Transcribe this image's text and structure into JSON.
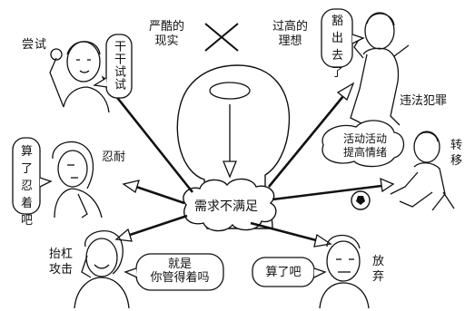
{
  "center": {
    "label": "需求不满足"
  },
  "top": {
    "left_label": "严酷的\n现实",
    "x_mark": "✕",
    "right_label": "过高的\n理想"
  },
  "reactions": {
    "try": {
      "label": "尝试",
      "bubble": "干干试试"
    },
    "endure": {
      "label": "忍耐",
      "bubble": "算了忍着吧"
    },
    "argue": {
      "label": "抬杠攻击",
      "bubble": "就是\n你管得着吗"
    },
    "give_up": {
      "label": "放弃",
      "bubble": "算了吧"
    },
    "crime": {
      "label": "违法犯罪",
      "bubble": "豁出去了"
    },
    "shift": {
      "label": "转移",
      "bubble": "活动活动\n提高情绪"
    }
  },
  "colors": {
    "ink": "#111111",
    "paper": "#ffffff"
  }
}
